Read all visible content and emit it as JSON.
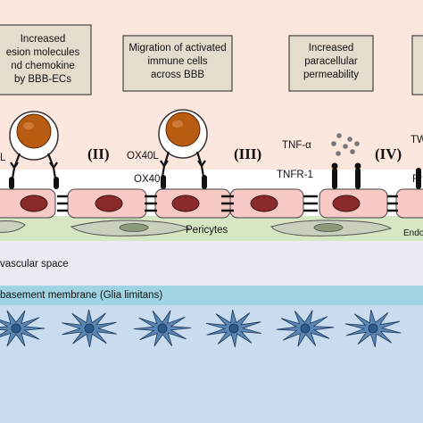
{
  "boxes": [
    {
      "lines": [
        "Increased",
        "esion molecules",
        "nd chemokine",
        "by BBB-ECs"
      ]
    },
    {
      "lines": [
        "Migration of activated",
        "immune cells",
        "across BBB"
      ]
    },
    {
      "lines": [
        "Increased",
        "paracellular",
        "permeability"
      ]
    }
  ],
  "roman_numerals": [
    "(II)",
    "(III)",
    "(IV)"
  ],
  "labels": {
    "l_left": "L",
    "ox40l": "OX40L",
    "ox40": "OX40",
    "tnf_alpha": "TNF-α",
    "tnfr1": "TNFR-1",
    "tw": "TW",
    "fr": "Fr",
    "pericytes": "Pericytes",
    "endo": "Endo"
  },
  "layers": {
    "perivascular": "vascular space",
    "basement": "basement membrane (Glia limitans)"
  },
  "colors": {
    "background_top": "#fbe7dd",
    "endothelium": "#f6c9c6",
    "nucleus": "#8b2a2a",
    "pericyte_layer": "#d7e6c2",
    "pericyte_cell": "#c9d0bd",
    "perivascular": "#eceaf4",
    "basement": "#9fd4e2",
    "brain": "#c9dcef",
    "astrocyte": "#5a86b5",
    "immune_cell": "#b85c12",
    "textbox": "#e4dccd"
  }
}
